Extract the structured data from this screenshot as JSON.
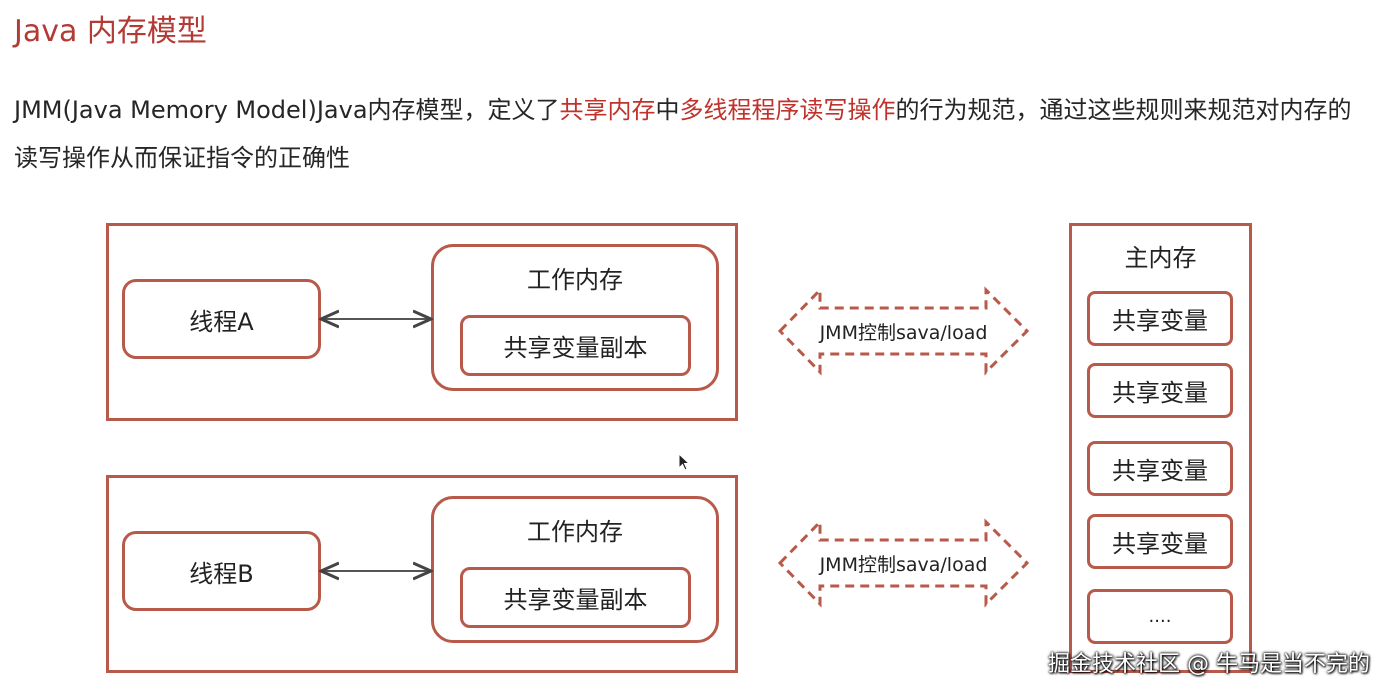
{
  "title": "Java 内存模型",
  "paragraph": {
    "part1": "JMM(Java Memory Model)Java内存模型，定义了",
    "hl1": "共享内存",
    "part2": "中",
    "hl2": "多线程程序读写操作",
    "part3": "的行为规范，通过这些规则来规范对内存的读写操作从而保证指令的正确性"
  },
  "threads": [
    {
      "name": "线程A",
      "work_memory": "工作内存",
      "copy": "共享变量副本",
      "jmm": "JMM控制sava/load"
    },
    {
      "name": "线程B",
      "work_memory": "工作内存",
      "copy": "共享变量副本",
      "jmm": "JMM控制sava/load"
    }
  ],
  "main_memory": {
    "title": "主内存",
    "items": [
      "共享变量",
      "共享变量",
      "共享变量",
      "共享变量",
      "...."
    ]
  },
  "watermark": "掘金技术社区 @ 牛马是当不完的",
  "colors": {
    "accent": "#c0322c",
    "border": "#b85a4a",
    "title": "#b33b36"
  }
}
